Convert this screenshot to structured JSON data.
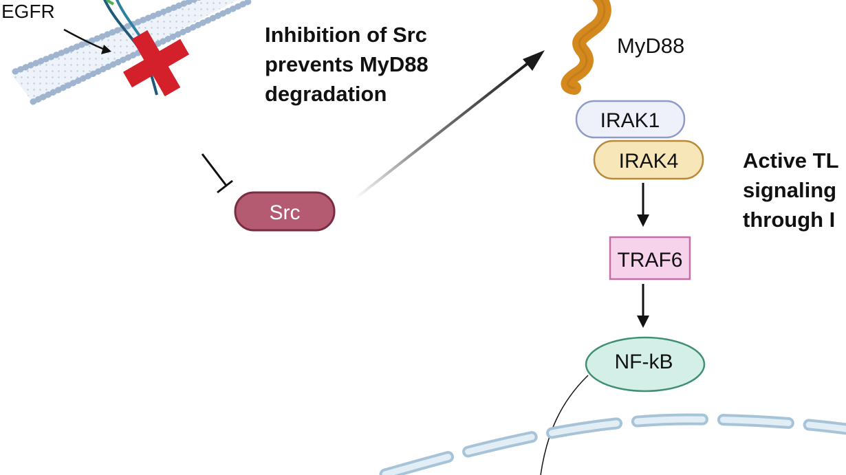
{
  "labels": {
    "egfr": "EGFR",
    "myd88": "MyD88",
    "irak1": "IRAK1",
    "irak4": "IRAK4",
    "traf6": "TRAF6",
    "nfkb": "NF-kB",
    "src": "Src"
  },
  "notes": {
    "inhibition": [
      "Inhibition of Src",
      "prevents MyD88",
      "degradation"
    ],
    "active": [
      "Active TL",
      "signaling",
      "through I"
    ]
  },
  "colors": {
    "src_fill": "#b45b72",
    "src_stroke": "#7a2c40",
    "irak1_fill": "#eef0fa",
    "irak1_stroke": "#8e9ac8",
    "irak4_fill": "#f6e6b8",
    "irak4_stroke": "#b8893a",
    "traf6_fill": "#f6d3ea",
    "traf6_stroke": "#c56ea6",
    "nfkb_fill": "#d4efe7",
    "nfkb_stroke": "#3f8f72",
    "myd88": "#d4891f",
    "inhibit_cross": "#d3202a",
    "membrane": "#aabfd8",
    "nuclear_envelope": "#bcd5e6"
  },
  "icons": [
    "membrane-bilayer",
    "egfr-receptor",
    "red-x-inhibition-mark",
    "myd88-protein",
    "nucleus-envelope"
  ]
}
